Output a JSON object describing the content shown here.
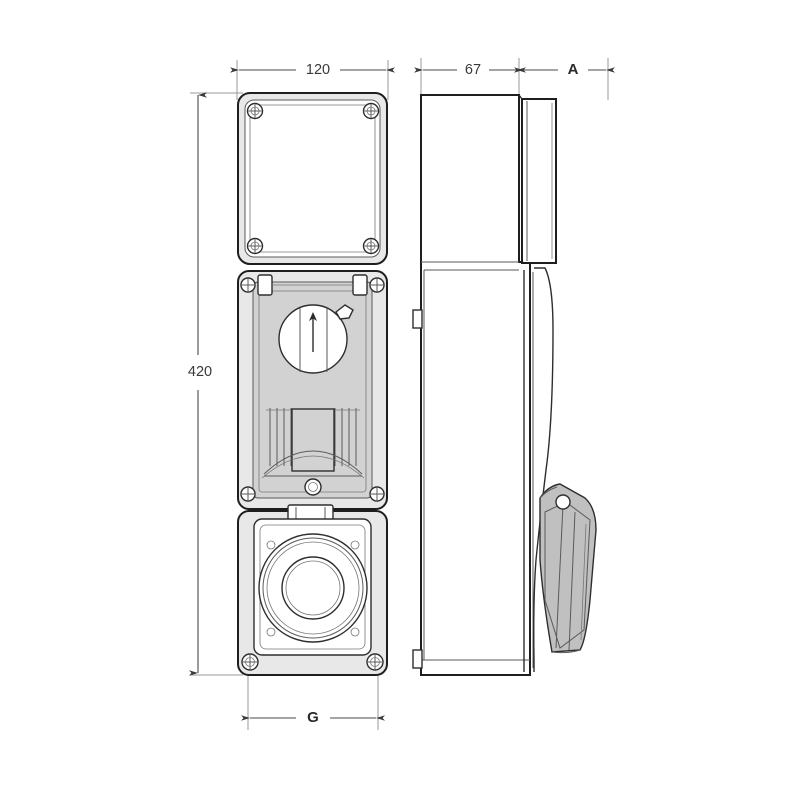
{
  "drawing": {
    "title": "Interlocked socket outlet with enclosure - dimensioned drawing",
    "background_color": "#ffffff",
    "line_color": "#1e1e1e",
    "dimension_color": "#3a3a3a",
    "shading_color": "#d2d2d2"
  },
  "dimensions": {
    "width_top": "120",
    "depth_body": "67",
    "depth_lid": "A",
    "height_total": "420",
    "width_bottom": "G"
  },
  "views": {
    "front": {
      "name": "front-view",
      "components": {
        "enclosure_box": "terminal-enclosure-box",
        "switch_section": "rotary-switch-section",
        "socket_section": "socket-outlet-section"
      }
    },
    "side": {
      "name": "side-view",
      "components": {
        "body": "enclosure-body-profile",
        "top_lid": "enclosure-lid-profile",
        "socket_cover": "hinged-socket-cover"
      }
    }
  },
  "labels": {
    "knob": "rotary-switch-knob",
    "arrow": "switch-position-arrow",
    "screws": "corner-fixing-screw",
    "socket": "circular-socket-outlet",
    "hinge": "cover-hinge-pin"
  }
}
